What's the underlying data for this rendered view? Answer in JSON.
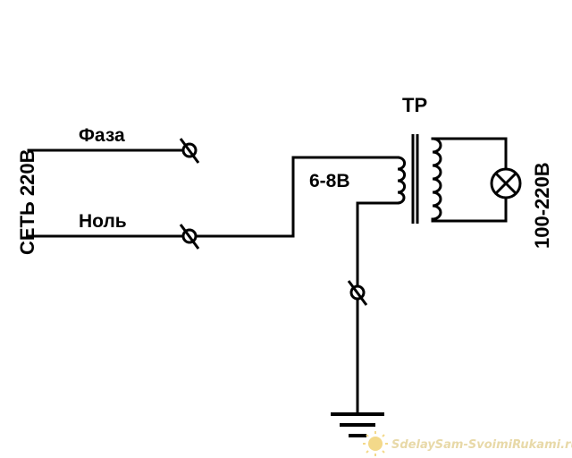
{
  "diagram": {
    "labels": {
      "mains": "СЕТЬ 220В",
      "phase": "Фаза",
      "neutral": "Ноль",
      "transformer": "ТР",
      "low_voltage": "6-8В",
      "output_voltage": "100-220В"
    },
    "watermark": "SdelaySam-SvoimiRukami.ru",
    "icons": {
      "terminals": "terminal-icon",
      "transformer": "transformer-icon",
      "lamp": "lamp-icon",
      "ground": "ground-icon",
      "watermark_logo": "sun-logo-icon"
    },
    "colors": {
      "lines": "#000000",
      "watermark": "#e8d9a8",
      "watermark_logo": "#f3d98a"
    }
  }
}
